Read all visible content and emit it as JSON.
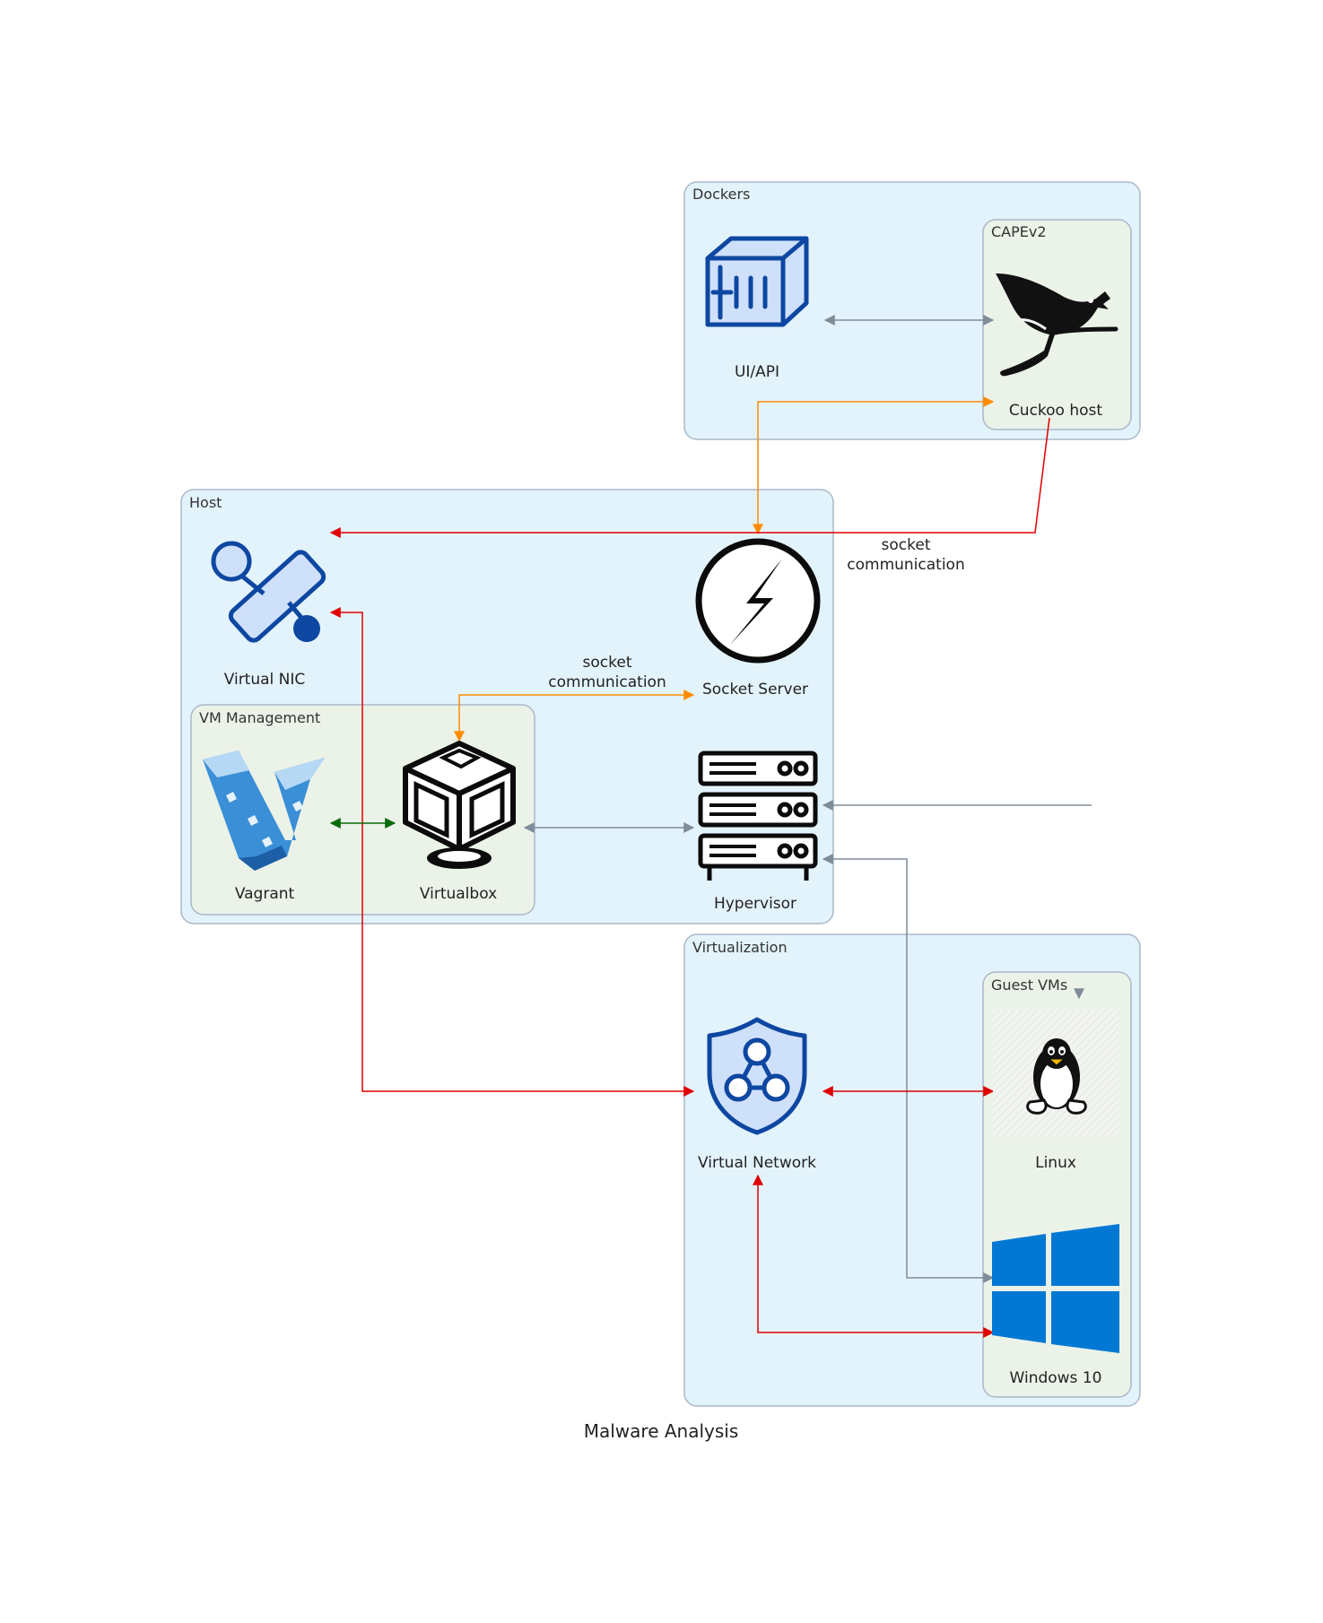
{
  "diagram": {
    "title": "Malware Analysis",
    "clusters": {
      "dockers": "Dockers",
      "capev2": "CAPEv2",
      "host": "Host",
      "vm_management": "VM Management",
      "virtualization": "Virtualization",
      "guest_vms": "Guest VMs"
    },
    "nodes": {
      "ui_api": {
        "label": "UI/API",
        "icon": "container-icon"
      },
      "cuckoo_host": {
        "label": "Cuckoo host",
        "icon": "cuckoo-bird-icon"
      },
      "virtual_nic": {
        "label": "Virtual NIC",
        "icon": "network-interface-icon"
      },
      "socket_server": {
        "label": "Socket Server",
        "icon": "socket-io-icon"
      },
      "vagrant": {
        "label": "Vagrant",
        "icon": "vagrant-icon"
      },
      "virtualbox": {
        "label": "Virtualbox",
        "icon": "virtualbox-icon"
      },
      "hypervisor": {
        "label": "Hypervisor",
        "icon": "server-rack-icon"
      },
      "virtual_network": {
        "label": "Virtual Network",
        "icon": "network-shield-icon"
      },
      "linux": {
        "label": "Linux",
        "icon": "tux-icon"
      },
      "windows_10": {
        "label": "Windows 10",
        "icon": "windows-logo-icon"
      }
    },
    "edge_labels": {
      "cuckoo_to_nic": "socket\ncommunication",
      "virtualbox_to_socket": "socket\ncommunication"
    },
    "colors": {
      "cluster_outer_fill": "#e3f3fc",
      "cluster_inner_fill": "#ebf2e8",
      "cluster_stroke": "#a9b8c8",
      "edge_gray": "#7f8c99",
      "edge_orange": "#ff8c00",
      "edge_red": "#e00000",
      "edge_green": "#0a6b0a",
      "dark_blue": "#0d47a1",
      "light_blue_fill": "#cfe0fb",
      "vagrant_blue": "#3a8fd6",
      "windows_blue": "#0078d4"
    }
  }
}
